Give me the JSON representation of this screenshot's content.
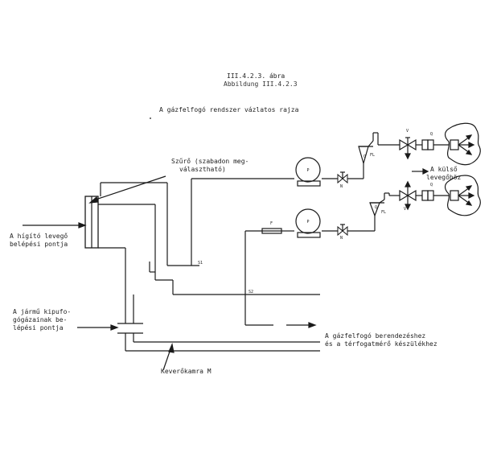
{
  "figure": {
    "number_hu": "III.4.2.3. ábra",
    "number_de": "Abbildung III.4.2.3",
    "title": "A gázfelfogó rendszer vázlatos rajza"
  },
  "labels": {
    "filter_line1": "Szűrő (szabadon meg-",
    "filter_line2": "választható)",
    "dilution_air_line1": "A hígító levegő",
    "dilution_air_line2": "belépési pontja",
    "exhaust_line1": "A jármű kipufo-",
    "exhaust_line2": "gógázainak be-",
    "exhaust_line3": "lépési pontja",
    "mixing_chamber": "Keverőkamra M",
    "outlet_line1": "A gázfelfogó berendezéshez",
    "outlet_line2": "és a térfogatmérő készülékhez",
    "outside_air_line1": "A külső",
    "outside_air_line2": "levegőhöz"
  },
  "component_letters": {
    "pump": "P",
    "needle_valve": "N",
    "flowmeter": "FL",
    "flowmeter_q": "Q",
    "three_way_valve": "V",
    "quick_connector": "Q",
    "filter": "F",
    "sample_point_1": "S1",
    "sample_point_2": "S2"
  }
}
